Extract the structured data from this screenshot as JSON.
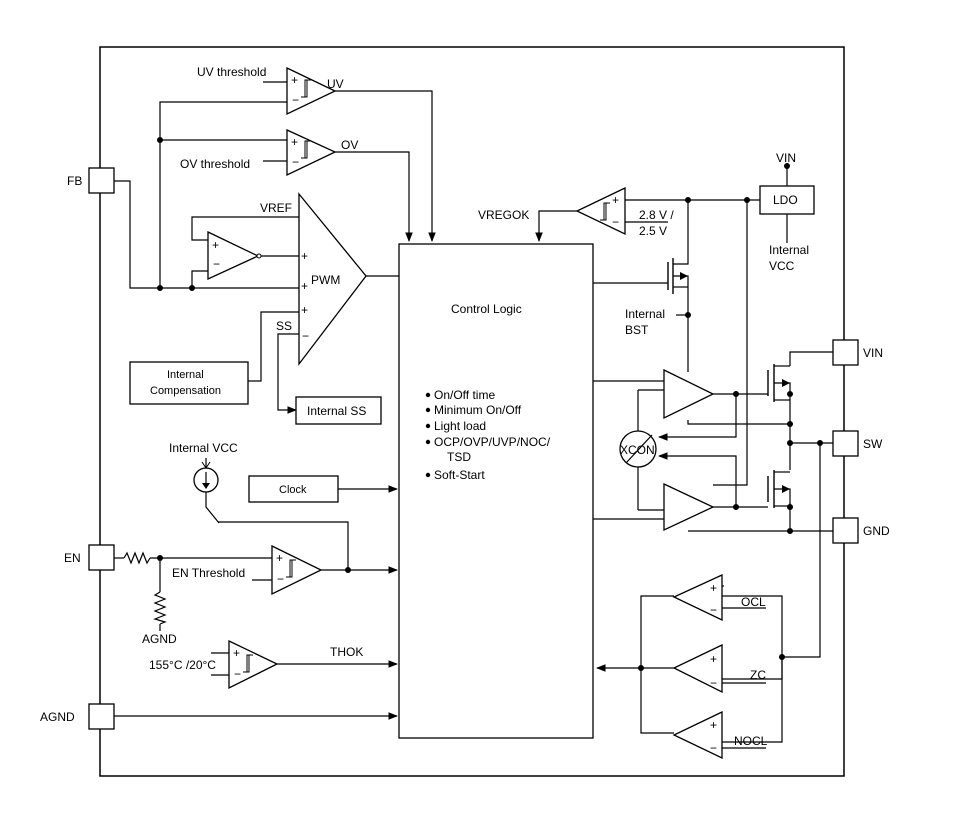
{
  "pins": {
    "fb": "FB",
    "en": "EN",
    "agnd": "AGND",
    "vin": "VIN",
    "sw": "SW",
    "gnd": "GND"
  },
  "labels": {
    "uv_threshold": "UV threshold",
    "uv": "UV",
    "ov_threshold": "OV threshold",
    "ov": "OV",
    "vref": "VREF",
    "pwm": "PWM",
    "ss": "SS",
    "internal_compensation_1": "Internal",
    "internal_compensation_2": "Compensation",
    "internal_ss": "Internal SS",
    "internal_vcc": "Internal VCC",
    "clock": "Clock",
    "en_threshold": "EN Threshold",
    "agnd_resistor": "AGND",
    "temp_threshold": "155°C /20°C",
    "thok": "THOK",
    "vregok": "VREGOK",
    "vreg_threshold_1": "2.8 V /",
    "vreg_threshold_2": "2.5 V",
    "ldo_vin": "VIN",
    "ldo": "LDO",
    "ldo_out_1": "Internal",
    "ldo_out_2": "VCC",
    "internal_bst_1": "Internal",
    "internal_bst_2": "BST",
    "xcon": "XCON",
    "ocl": "OCL",
    "zc": "ZC",
    "nocl": "NOCL"
  },
  "control_logic": {
    "title": "Control Logic",
    "items": [
      "On/Off time",
      "Minimum On/Off",
      "Light load",
      "OCP/OVP/UVP/NOC/",
      "TSD",
      "Soft-Start"
    ]
  }
}
